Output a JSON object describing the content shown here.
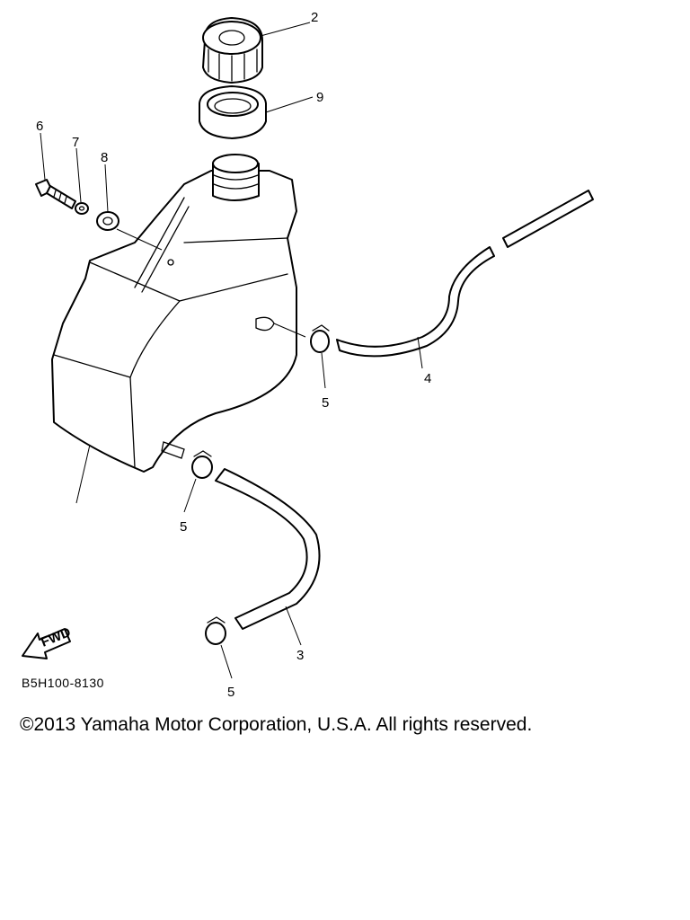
{
  "diagram": {
    "callouts": {
      "c2": "2",
      "c9": "9",
      "c6": "6",
      "c7": "7",
      "c8": "8",
      "c4": "4",
      "c5a": "5",
      "c5b": "5",
      "c5c": "5",
      "c3": "3"
    },
    "fwd_label": "FWD",
    "drawing_code": "B5H100-8130"
  },
  "footer": {
    "copyright": "©2013 Yamaha Motor Corporation, U.S.A. All rights reserved."
  }
}
